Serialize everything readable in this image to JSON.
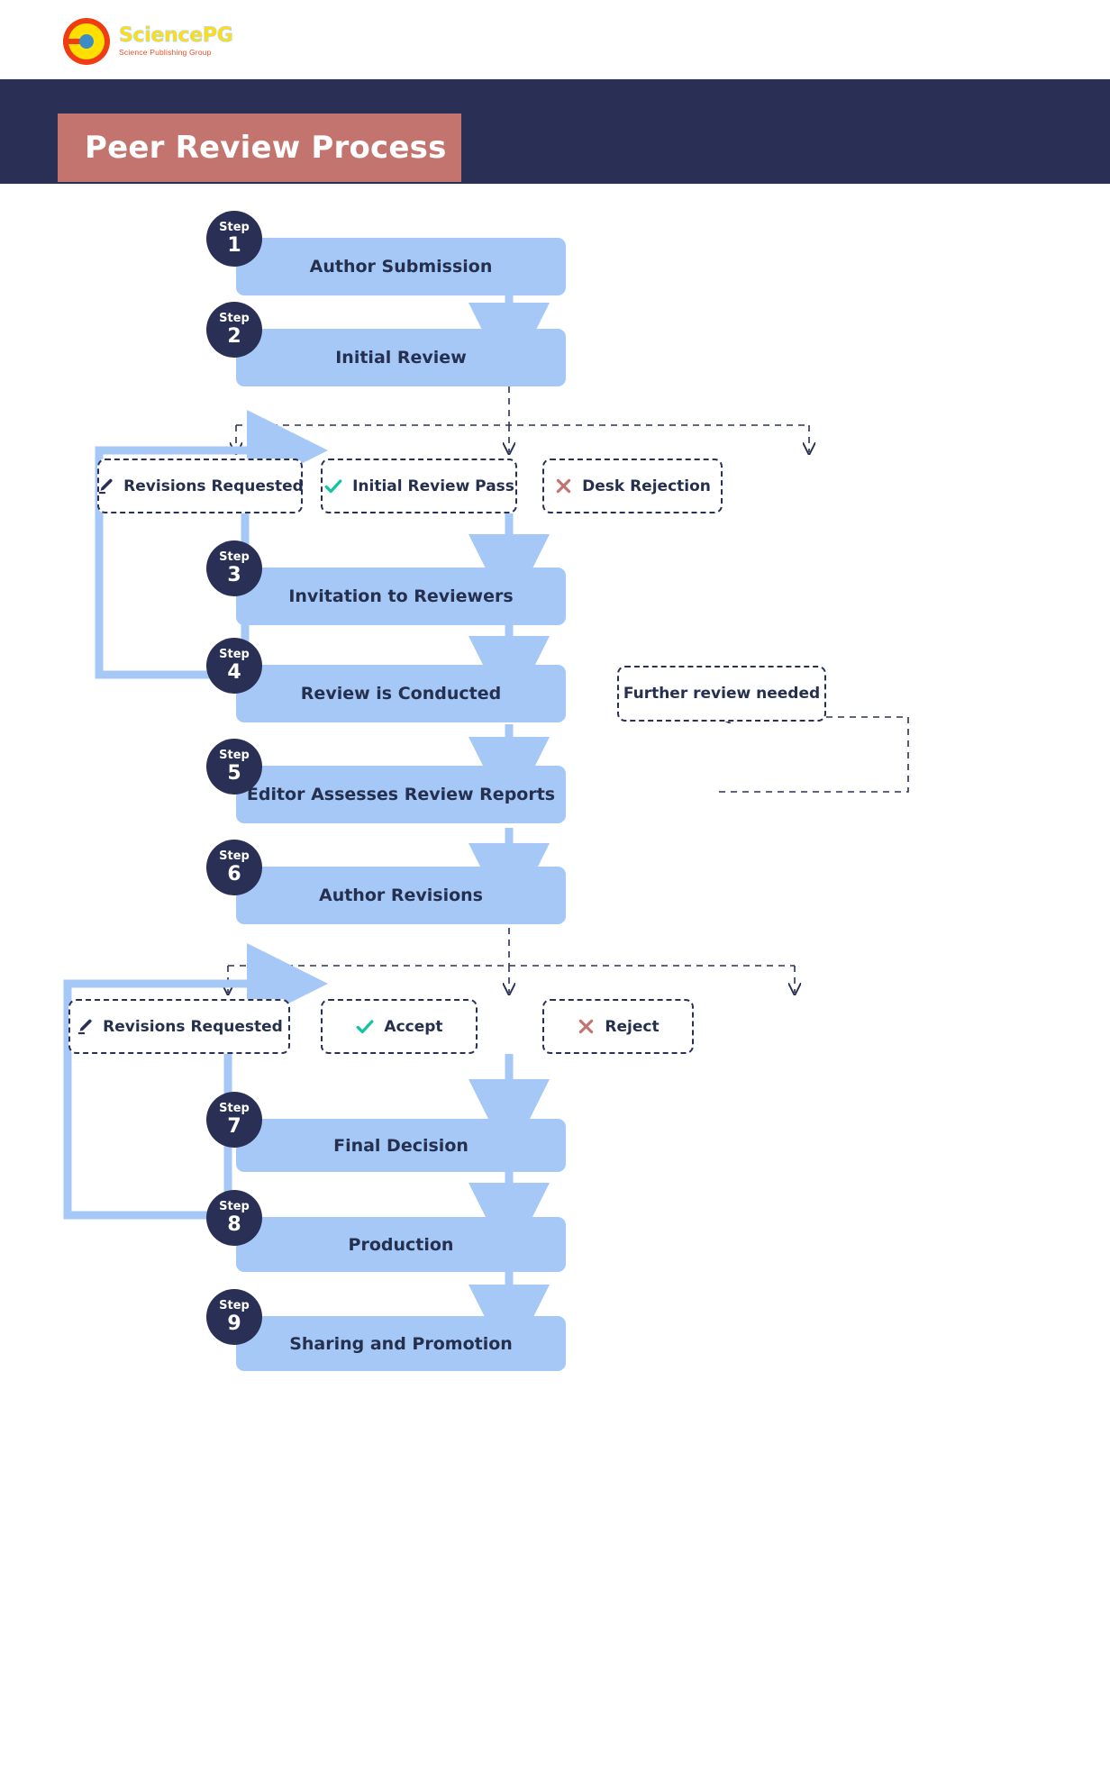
{
  "brand": {
    "name": "SciencePG",
    "tagline": "Science Publishing Group",
    "logo_icon": "sciencepg-circle-logo",
    "colors": {
      "yellow": "#ffe000",
      "red": "#ef4b23",
      "blue": "#3c8dc5"
    }
  },
  "header": {
    "title": "Peer Review Process",
    "band_color": "#2a3055",
    "plate_color": "#c4746e"
  },
  "theme": {
    "step_box_fill": "#a6c8f7",
    "badge_fill": "#2a3055",
    "text_dark": "#25304f",
    "arrow_blue": "#a6c8f7",
    "dashed_stroke": "#2a3055",
    "check_green": "#17c3a2",
    "cross_red": "#c4746e"
  },
  "steps": [
    {
      "word": "Step",
      "number": "1",
      "label": "Author Submission"
    },
    {
      "word": "Step",
      "number": "2",
      "label": "Initial Review"
    },
    {
      "word": "Step",
      "number": "3",
      "label": "Invitation to Reviewers"
    },
    {
      "word": "Step",
      "number": "4",
      "label": "Review is Conducted"
    },
    {
      "word": "Step",
      "number": "5",
      "label": "Editor Assesses Review Reports"
    },
    {
      "word": "Step",
      "number": "6",
      "label": "Author Revisions"
    },
    {
      "word": "Step",
      "number": "7",
      "label": "Final Decision"
    },
    {
      "word": "Step",
      "number": "8",
      "label": "Production"
    },
    {
      "word": "Step",
      "number": "9",
      "label": "Sharing and Promotion"
    }
  ],
  "decisions_initial": [
    {
      "label": "Revisions Requested",
      "icon": "pencil-icon"
    },
    {
      "label": "Initial Review Pass",
      "icon": "check-icon"
    },
    {
      "label": "Desk Rejection",
      "icon": "cross-icon"
    }
  ],
  "decisions_revision": [
    {
      "label": "Revisions Requested",
      "icon": "pencil-icon"
    },
    {
      "label": "Accept",
      "icon": "check-icon"
    },
    {
      "label": "Reject",
      "icon": "cross-icon"
    }
  ],
  "side_note": {
    "label": "Further review needed"
  }
}
